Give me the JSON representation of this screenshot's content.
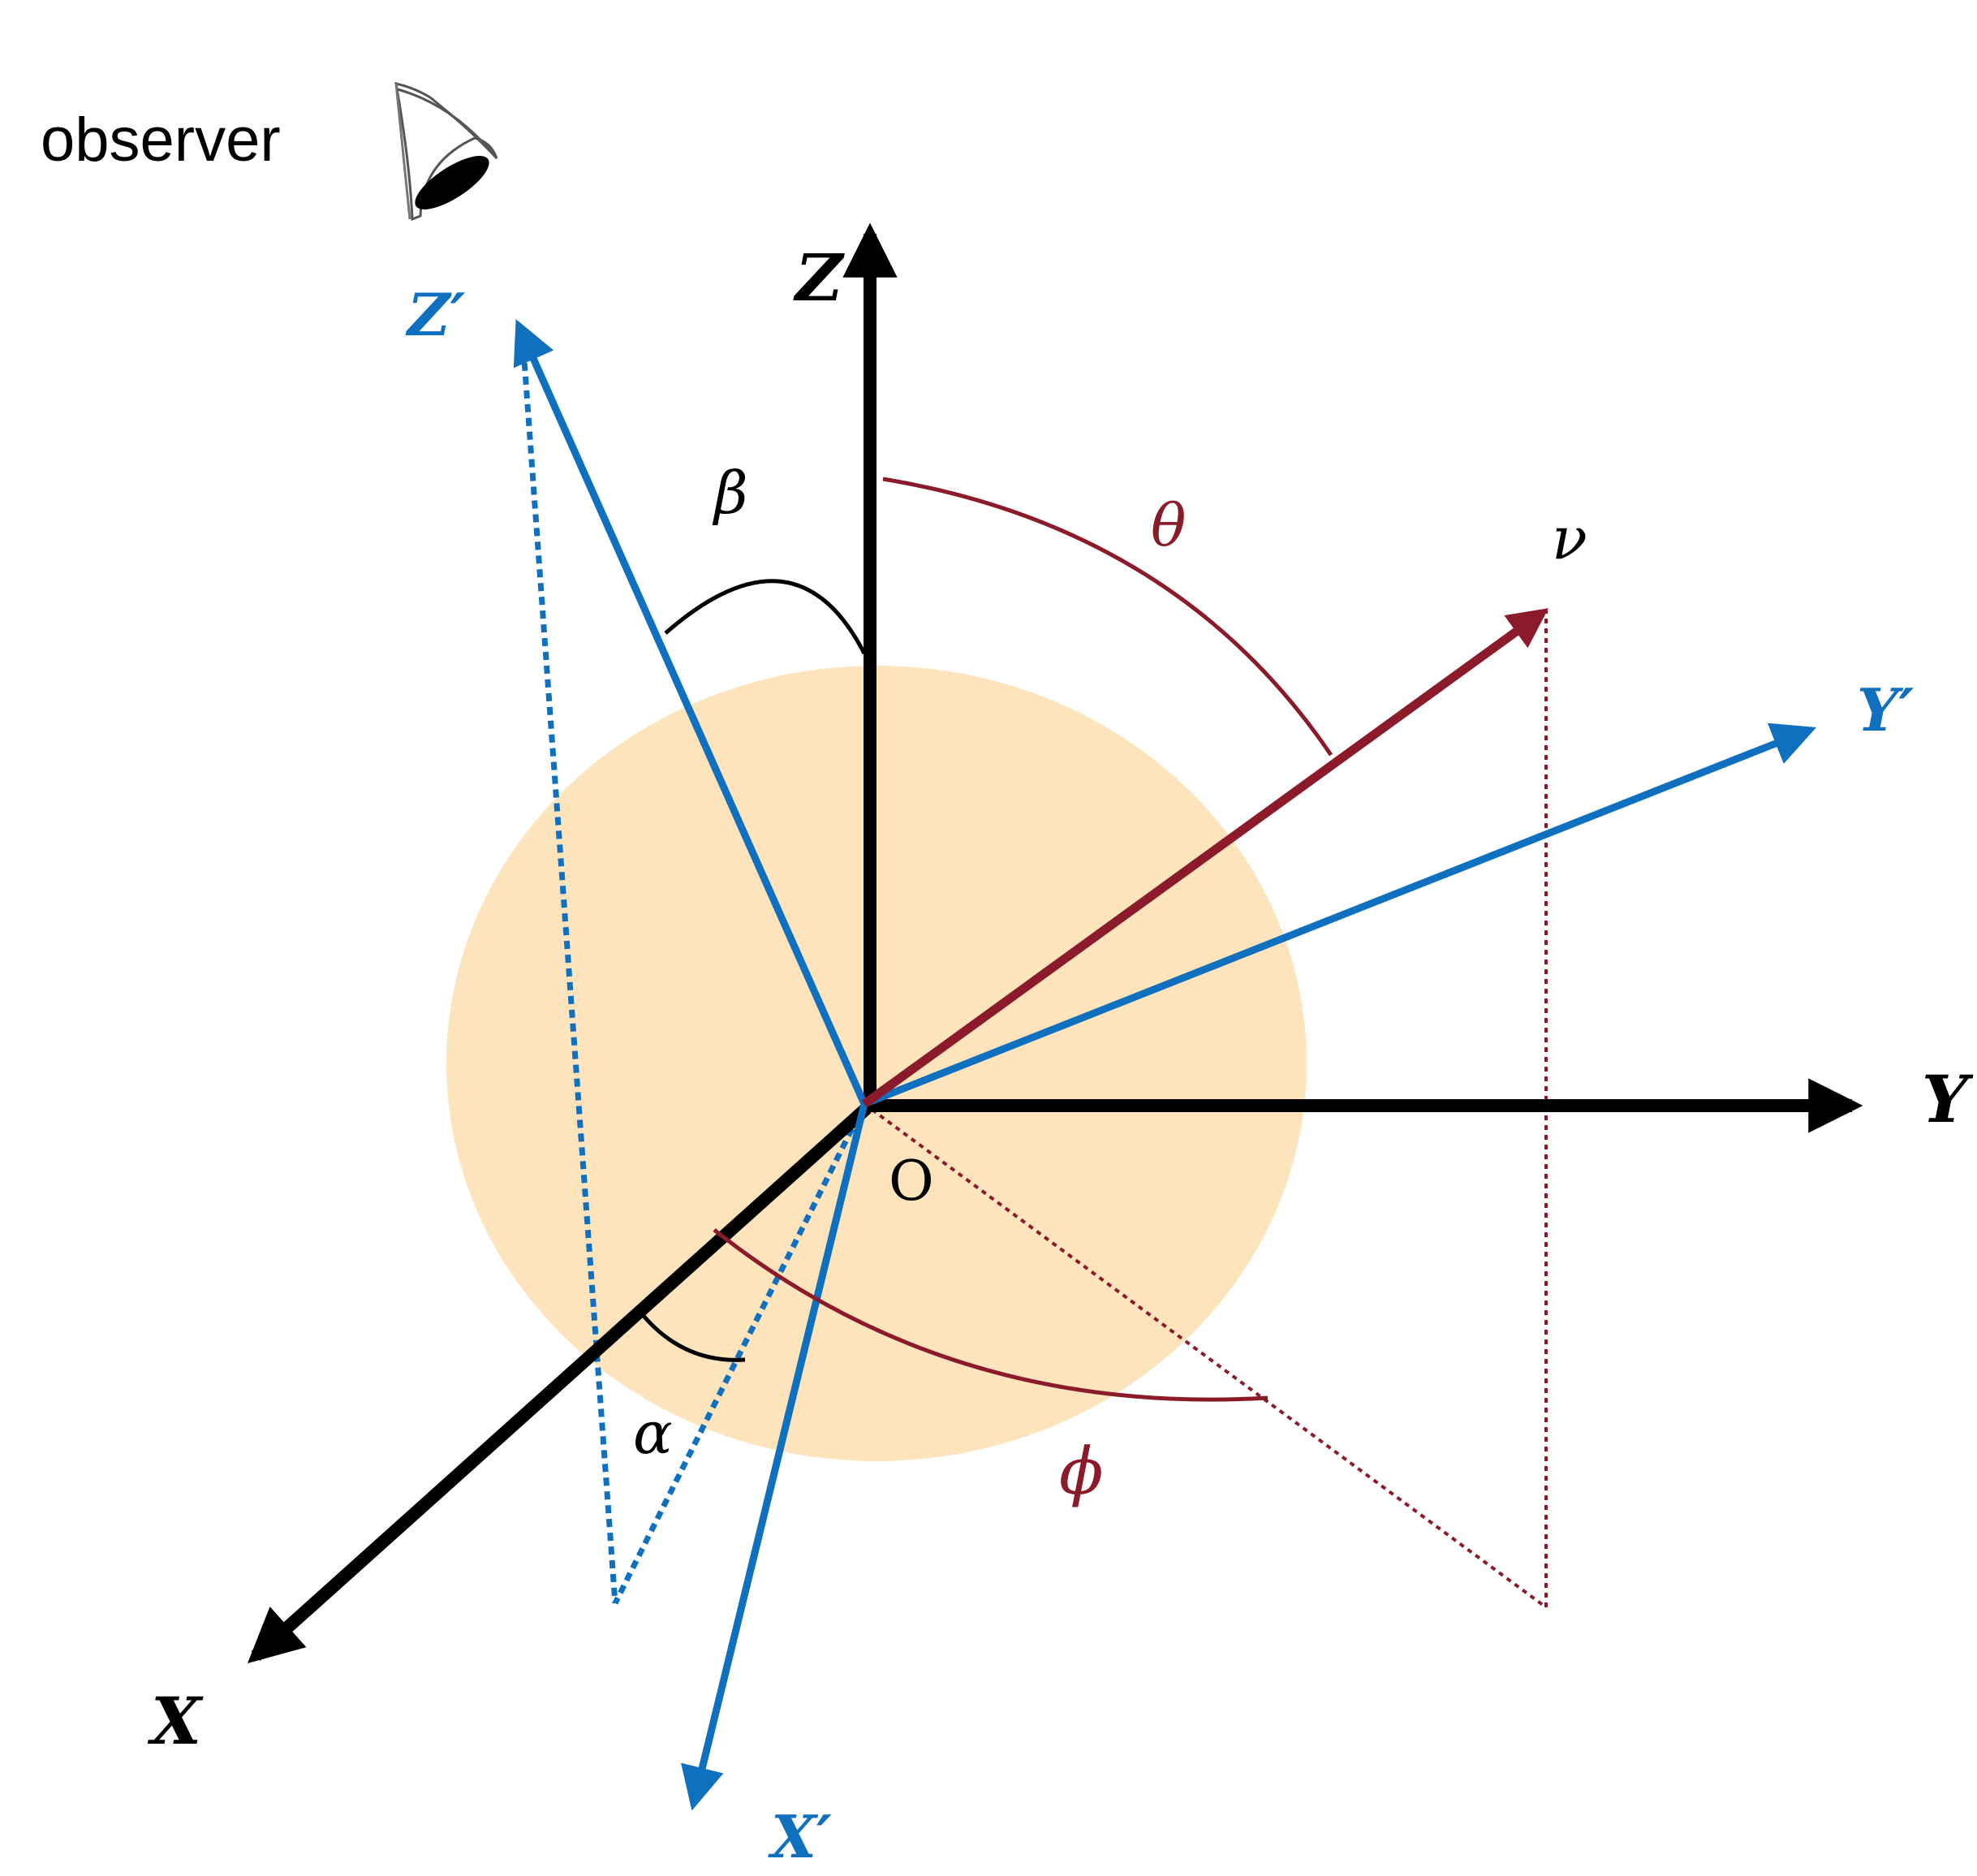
{
  "labels": {
    "observer": "observer",
    "z_axis": "Z",
    "y_axis": "Y",
    "x_axis": "X",
    "z_prime": "Z′",
    "y_prime": "Y′",
    "x_prime": "X′",
    "origin": "O",
    "beta": "β",
    "theta": "θ",
    "nu": "ν",
    "alpha": "α",
    "phi": "ϕ"
  },
  "colors": {
    "lab_axes": "#000000",
    "rotated_axes": "#1070c0",
    "vector": "#8b1a2b",
    "sphere": "#fde4bc",
    "angle_arc_black": "#000000",
    "angle_arc_red": "#8b1a2b"
  },
  "icons": {
    "observer": "eye-icon"
  }
}
